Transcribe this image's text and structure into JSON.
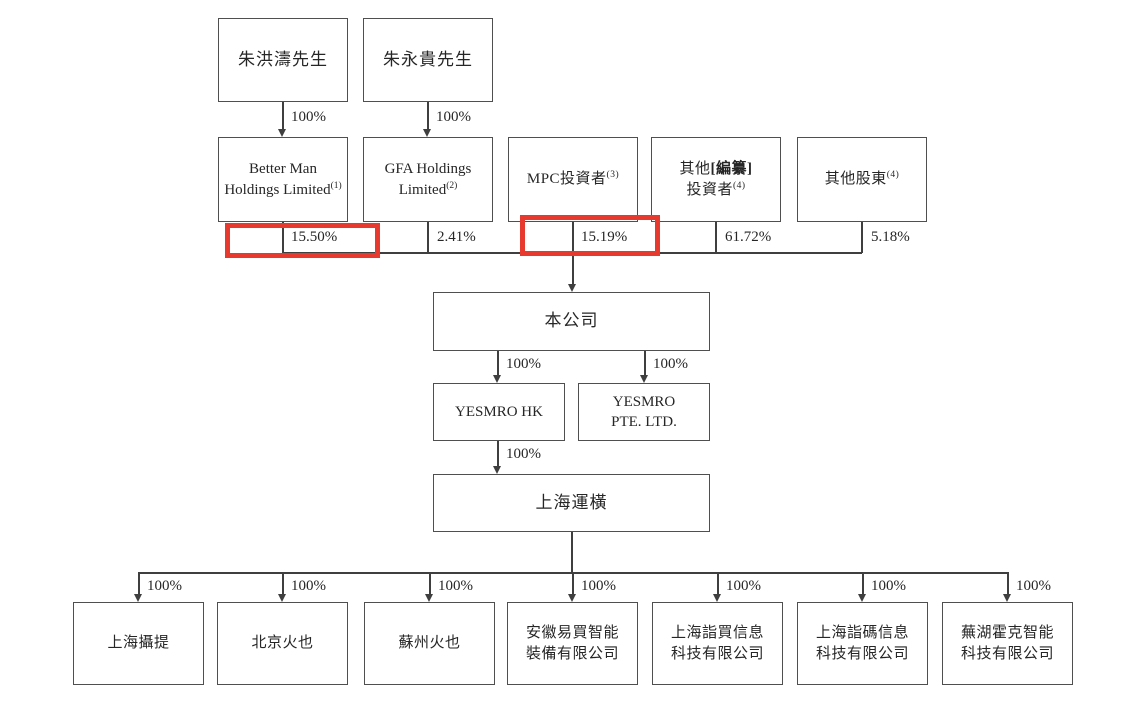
{
  "labels": {
    "pct_100": "100%"
  },
  "colors": {
    "highlight_red": "#e8392f",
    "line_dark": "#3f3f3f"
  },
  "persons": [
    {
      "name": "朱洪濤先生"
    },
    {
      "name": "朱永貴先生"
    }
  ],
  "shareholders": [
    {
      "line1": "Better Man",
      "line2": "Holdings Limited",
      "sup": "(1)",
      "pct": "15.50%"
    },
    {
      "line1": "GFA Holdings",
      "line2": "Limited",
      "sup": "(2)",
      "pct": "2.41%"
    },
    {
      "line1": "MPC投資者",
      "sup": "(3)",
      "pct": "15.19%"
    },
    {
      "line1_prefix": "其他",
      "line1_redacted": "[編纂]",
      "line2": "投資者",
      "sup": "(4)",
      "pct": "61.72%"
    },
    {
      "line1": "其他股東",
      "sup": "(4)",
      "pct": "5.18%"
    }
  ],
  "company": {
    "name": "本公司"
  },
  "intermediates": [
    {
      "line1": "YESMRO HK"
    },
    {
      "line1": "YESMRO",
      "line2": "PTE. LTD."
    }
  ],
  "holding": {
    "name": "上海運橫"
  },
  "subsidiaries": [
    {
      "line1": "上海攝提"
    },
    {
      "line1": "北京火也"
    },
    {
      "line1": "蘇州火也"
    },
    {
      "line1": "安徽易買智能",
      "line2": "裝備有限公司"
    },
    {
      "line1": "上海詣買信息",
      "line2": "科技有限公司"
    },
    {
      "line1": "上海詣碼信息",
      "line2": "科技有限公司"
    },
    {
      "line1": "蕪湖霍克智能",
      "line2": "科技有限公司"
    }
  ]
}
